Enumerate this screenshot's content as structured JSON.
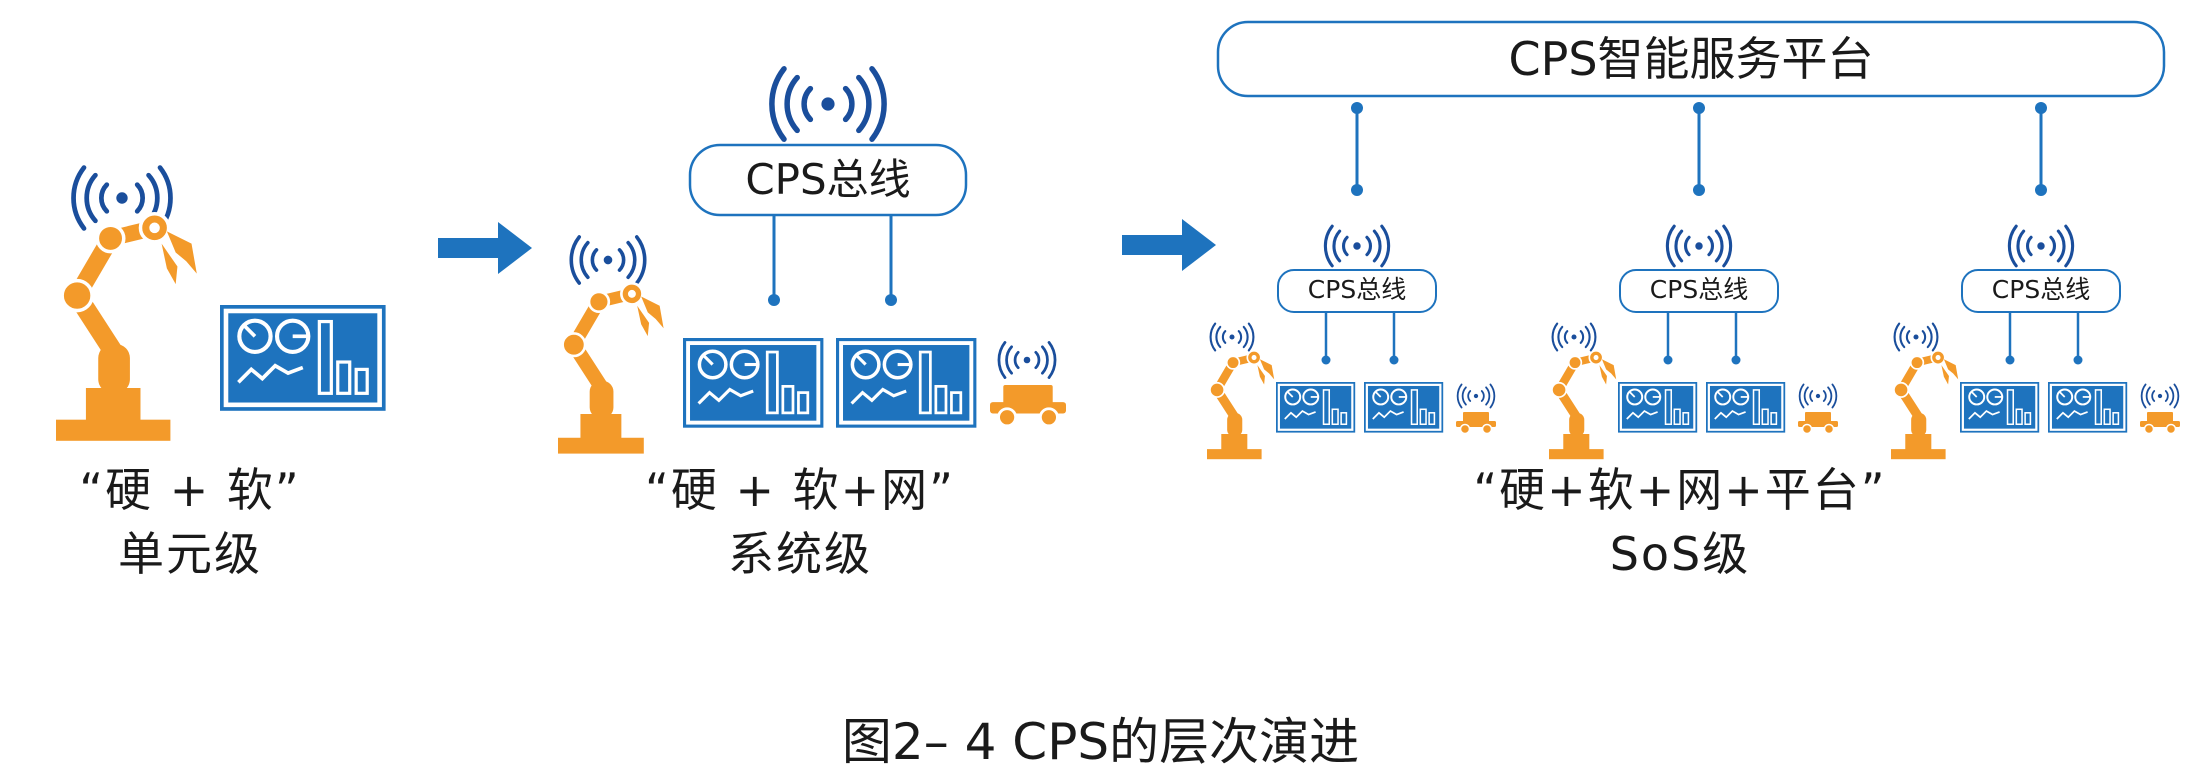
{
  "platform": {
    "title": "CPS智能服务平台"
  },
  "bus": {
    "label": "CPS总线"
  },
  "levels": [
    {
      "quote": "“硬 + 软”",
      "name": "单元级"
    },
    {
      "quote": "“硬 + 软+网”",
      "name": "系统级"
    },
    {
      "quote": "“硬+软+网+平台”",
      "name": "SoS级"
    }
  ],
  "figure": {
    "caption": "图2– 4 CPS的层次演进"
  },
  "colors": {
    "orange": "#F39A2A",
    "blue": "#1E73BE",
    "navy": "#1A4E9C",
    "light_blue": "#DCEBF8"
  },
  "icons": [
    "robot-arm-icon",
    "hmi-screen-icon",
    "agv-cart-icon",
    "wireless-signal-icon",
    "flow-arrow-icon"
  ]
}
